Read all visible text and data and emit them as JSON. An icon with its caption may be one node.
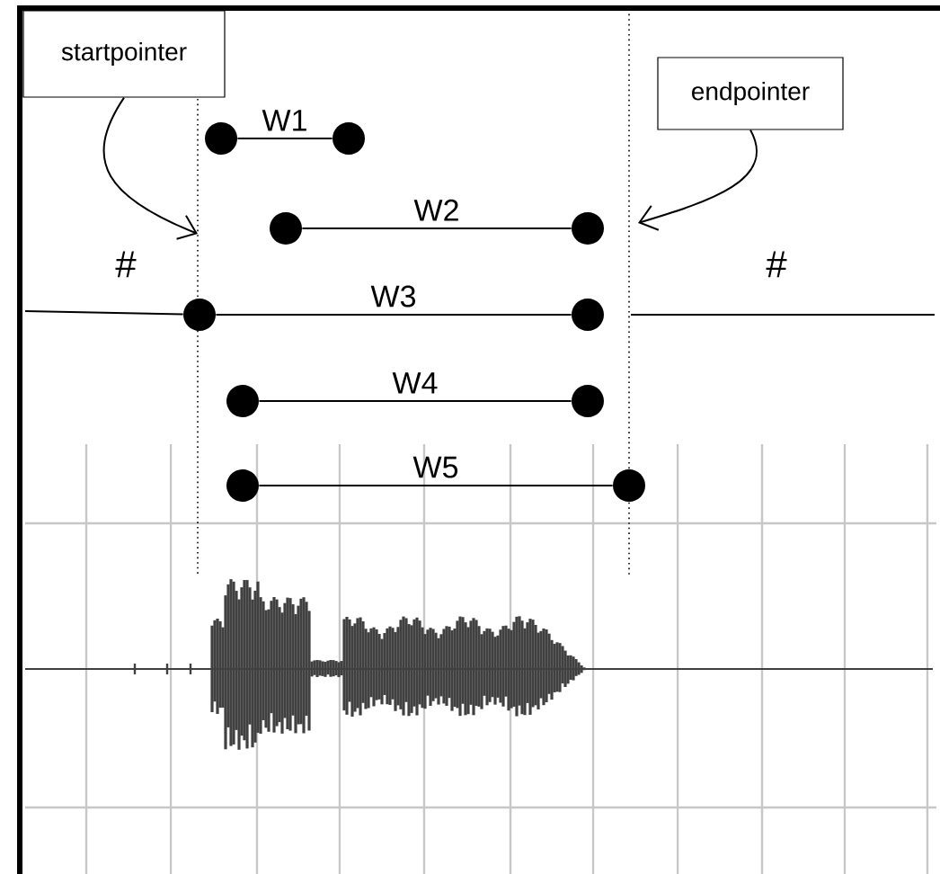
{
  "diagram": {
    "nodes": [
      {
        "text": [
          "startpointer"
        ]
      },
      {
        "text": [
          "endpointer"
        ]
      },
      {
        "text": [],
        "shape": "circle"
      },
      {
        "text": [],
        "shape": "circle"
      },
      {
        "text": [],
        "shape": "circle"
      },
      {
        "text": [],
        "shape": "circle"
      },
      {
        "text": [],
        "shape": "circle"
      },
      {
        "text": [],
        "shape": "circle"
      },
      {
        "text": [],
        "shape": "circle"
      },
      {
        "text": [],
        "shape": "circle"
      },
      {
        "text": [],
        "shape": "circle"
      },
      {
        "text": [],
        "shape": "circle"
      }
    ],
    "edges": [
      {
        "from": 2,
        "to": 3,
        "arrow": "none",
        "label": "W1"
      },
      {
        "from": 4,
        "to": 5,
        "arrow": "none",
        "label": "W2"
      },
      {
        "from": 6,
        "to": 7,
        "arrow": "none",
        "label": "W3"
      },
      {
        "from": 8,
        "to": 9,
        "arrow": "none",
        "label": "W4"
      },
      {
        "from": 10,
        "to": 11,
        "arrow": "none",
        "label": "W5"
      },
      {
        "from": 0,
        "to": null,
        "arrow": "to"
      },
      {
        "from": 1,
        "to": null,
        "arrow": "to"
      },
      {
        "from": null,
        "to": 6,
        "arrow": "none"
      }
    ],
    "labels": [
      "#",
      "#"
    ]
  }
}
